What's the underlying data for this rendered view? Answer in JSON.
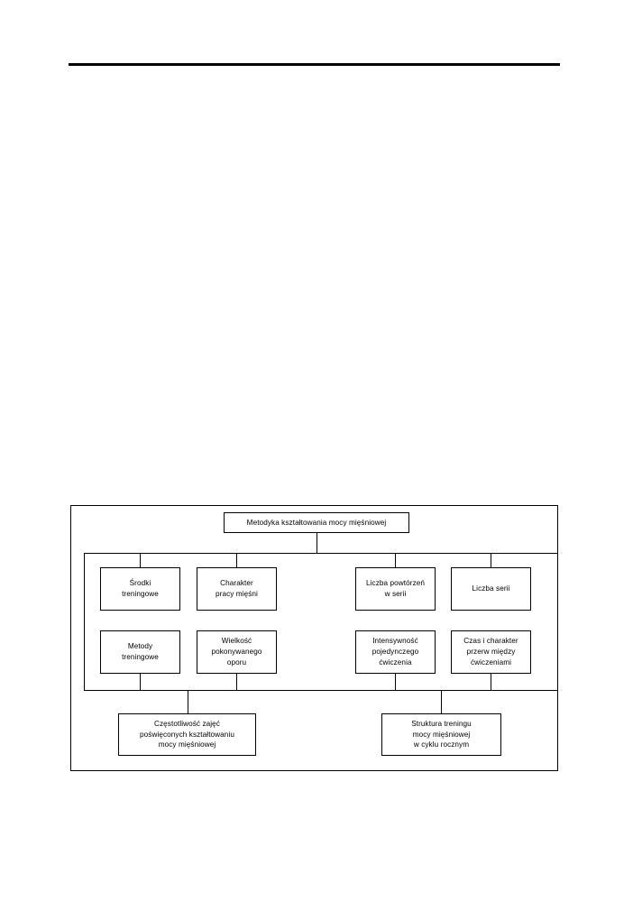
{
  "page": {
    "header_rule": "",
    "background_color": "#ffffff",
    "line_color": "#000000"
  },
  "diagram": {
    "title_node": {
      "id": "root",
      "label": "Metodyka kształtowania mocy mięśniowej"
    },
    "branch_nodes": [
      {
        "id": "srodki-treningowe",
        "line1": "Środki",
        "line2": "treningowe",
        "line3": ""
      },
      {
        "id": "charakter-pracy-miesni",
        "line1": "Charakter",
        "line2": "pracy mięśni",
        "line3": ""
      },
      {
        "id": "liczba-powtorzen",
        "line1": "Liczba powtórzeń",
        "line2": "w serii",
        "line3": ""
      },
      {
        "id": "liczba-serii",
        "line1": "Liczba serii",
        "line2": "",
        "line3": ""
      },
      {
        "id": "metody-treningowe",
        "line1": "Metody",
        "line2": "treningowe",
        "line3": ""
      },
      {
        "id": "wielkosc-oporu",
        "line1": "Wielkość",
        "line2": "pokonywanego",
        "line3": "oporu"
      },
      {
        "id": "intensywnosc",
        "line1": "Intensywność",
        "line2": "pojedynczego",
        "line3": "ćwiczenia"
      },
      {
        "id": "czas-przerw",
        "line1": "Czas i charakter",
        "line2": "przerw między",
        "line3": "ćwiczeniami"
      }
    ],
    "bottom_nodes": [
      {
        "id": "czestotliwosc-zajec",
        "line1": "Częstotliwość zajęć",
        "line2": "poświęconych kształtowaniu",
        "line3": "mocy mięśniowej"
      },
      {
        "id": "struktura-treningu",
        "line1": "Struktura treningu",
        "line2": "mocy mięśniowej",
        "line3": "w cyklu rocznym"
      }
    ]
  }
}
